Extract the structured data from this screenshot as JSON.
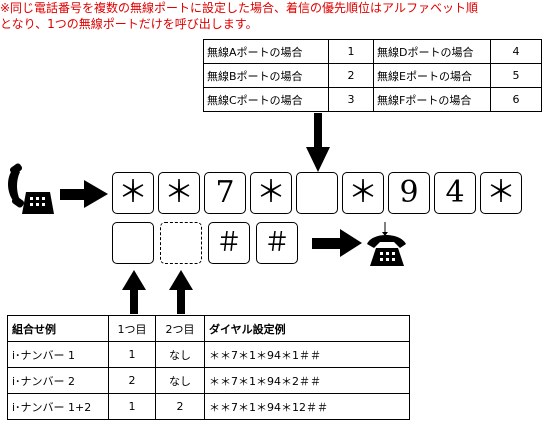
{
  "note": {
    "line1": "※同じ電話番号を複数の無線ポートに設定した場合、着信の優先順位はアルファベット順",
    "line2": "となり、1つの無線ポートだけを呼び出します。"
  },
  "ports_table": {
    "rows": [
      {
        "label_a": "無線Aポートの場合",
        "num_a": "1",
        "label_b": "無線Dポートの場合",
        "num_b": "4"
      },
      {
        "label_a": "無線Bポートの場合",
        "num_a": "2",
        "label_b": "無線Eポートの場合",
        "num_b": "5"
      },
      {
        "label_a": "無線Cポートの場合",
        "num_a": "3",
        "label_b": "無線Fポートの場合",
        "num_b": "6"
      }
    ]
  },
  "dial_sequence": {
    "row1": [
      "＊",
      "＊",
      "7",
      "＊",
      "",
      "＊",
      "9",
      "4",
      "＊"
    ],
    "row2": [
      "",
      "",
      "＃",
      "＃"
    ]
  },
  "combo_table": {
    "header": {
      "example": "組合せ例",
      "first": "1つ目",
      "second": "2つ目",
      "dial": "ダイヤル設定例"
    },
    "rows": [
      {
        "example": "i･ナンバー 1",
        "first": "1",
        "second": "なし",
        "dial": "＊＊7＊1＊94＊1＃＃"
      },
      {
        "example": "i･ナンバー 2",
        "first": "2",
        "second": "なし",
        "dial": "＊＊7＊1＊94＊2＃＃"
      },
      {
        "example": "i･ナンバー 1+2",
        "first": "1",
        "second": "2",
        "dial": "＊＊7＊1＊94＊12＃＃"
      }
    ]
  },
  "icons": [
    "handset-icon",
    "desk-phone-icon",
    "arrow-right-icon",
    "arrow-down-icon",
    "arrow-up-icon"
  ]
}
